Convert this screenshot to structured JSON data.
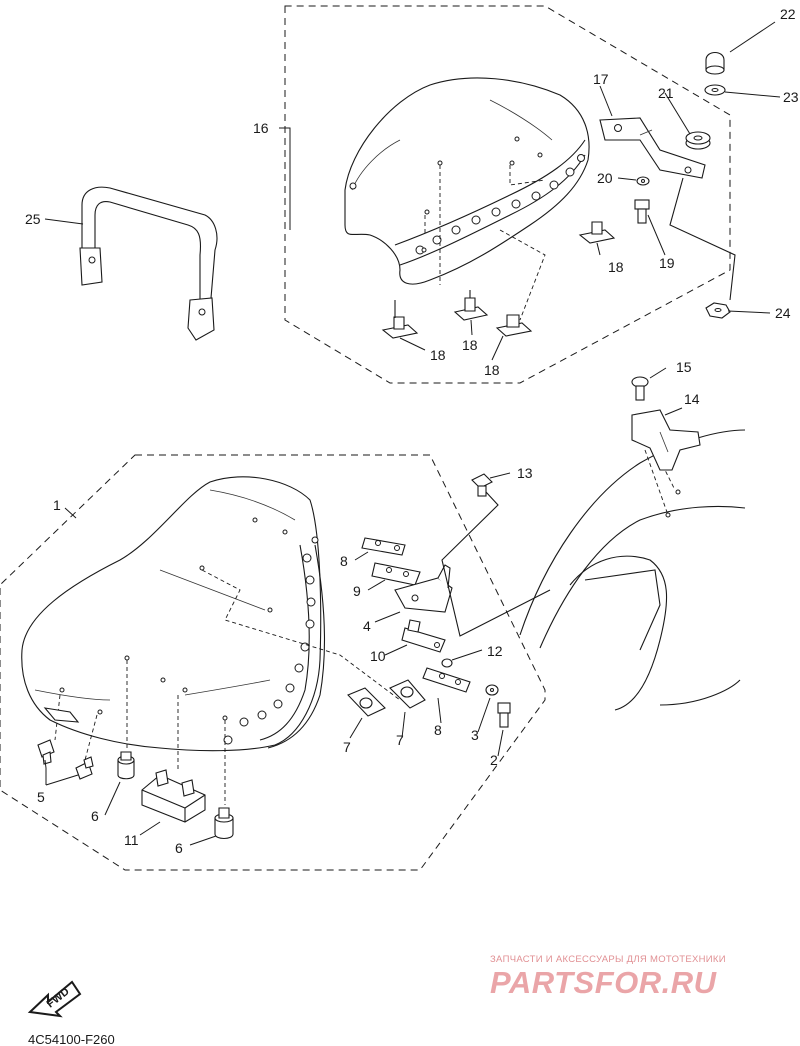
{
  "diagram": {
    "callouts": {
      "c1": "1",
      "c2": "2",
      "c3": "3",
      "c4": "4",
      "c5": "5",
      "c6a": "6",
      "c6b": "6",
      "c7a": "7",
      "c7b": "7",
      "c8a": "8",
      "c8b": "8",
      "c9": "9",
      "c10": "10",
      "c11": "11",
      "c12": "12",
      "c13": "13",
      "c14": "14",
      "c15": "15",
      "c16": "16",
      "c17": "17",
      "c18a": "18",
      "c18b": "18",
      "c18c": "18",
      "c18d": "18",
      "c19": "19",
      "c20": "20",
      "c21": "21",
      "c22": "22",
      "c23": "23",
      "c24": "24",
      "c25": "25"
    },
    "fwd_label": "FWD",
    "drawing_code": "4C54100-F260"
  },
  "watermark": {
    "tagline": "ЗАПЧАСТИ И АКСЕССУАРЫ ДЛЯ МОТОТЕХНИКИ",
    "brand": "PARTSFOR.RU"
  }
}
